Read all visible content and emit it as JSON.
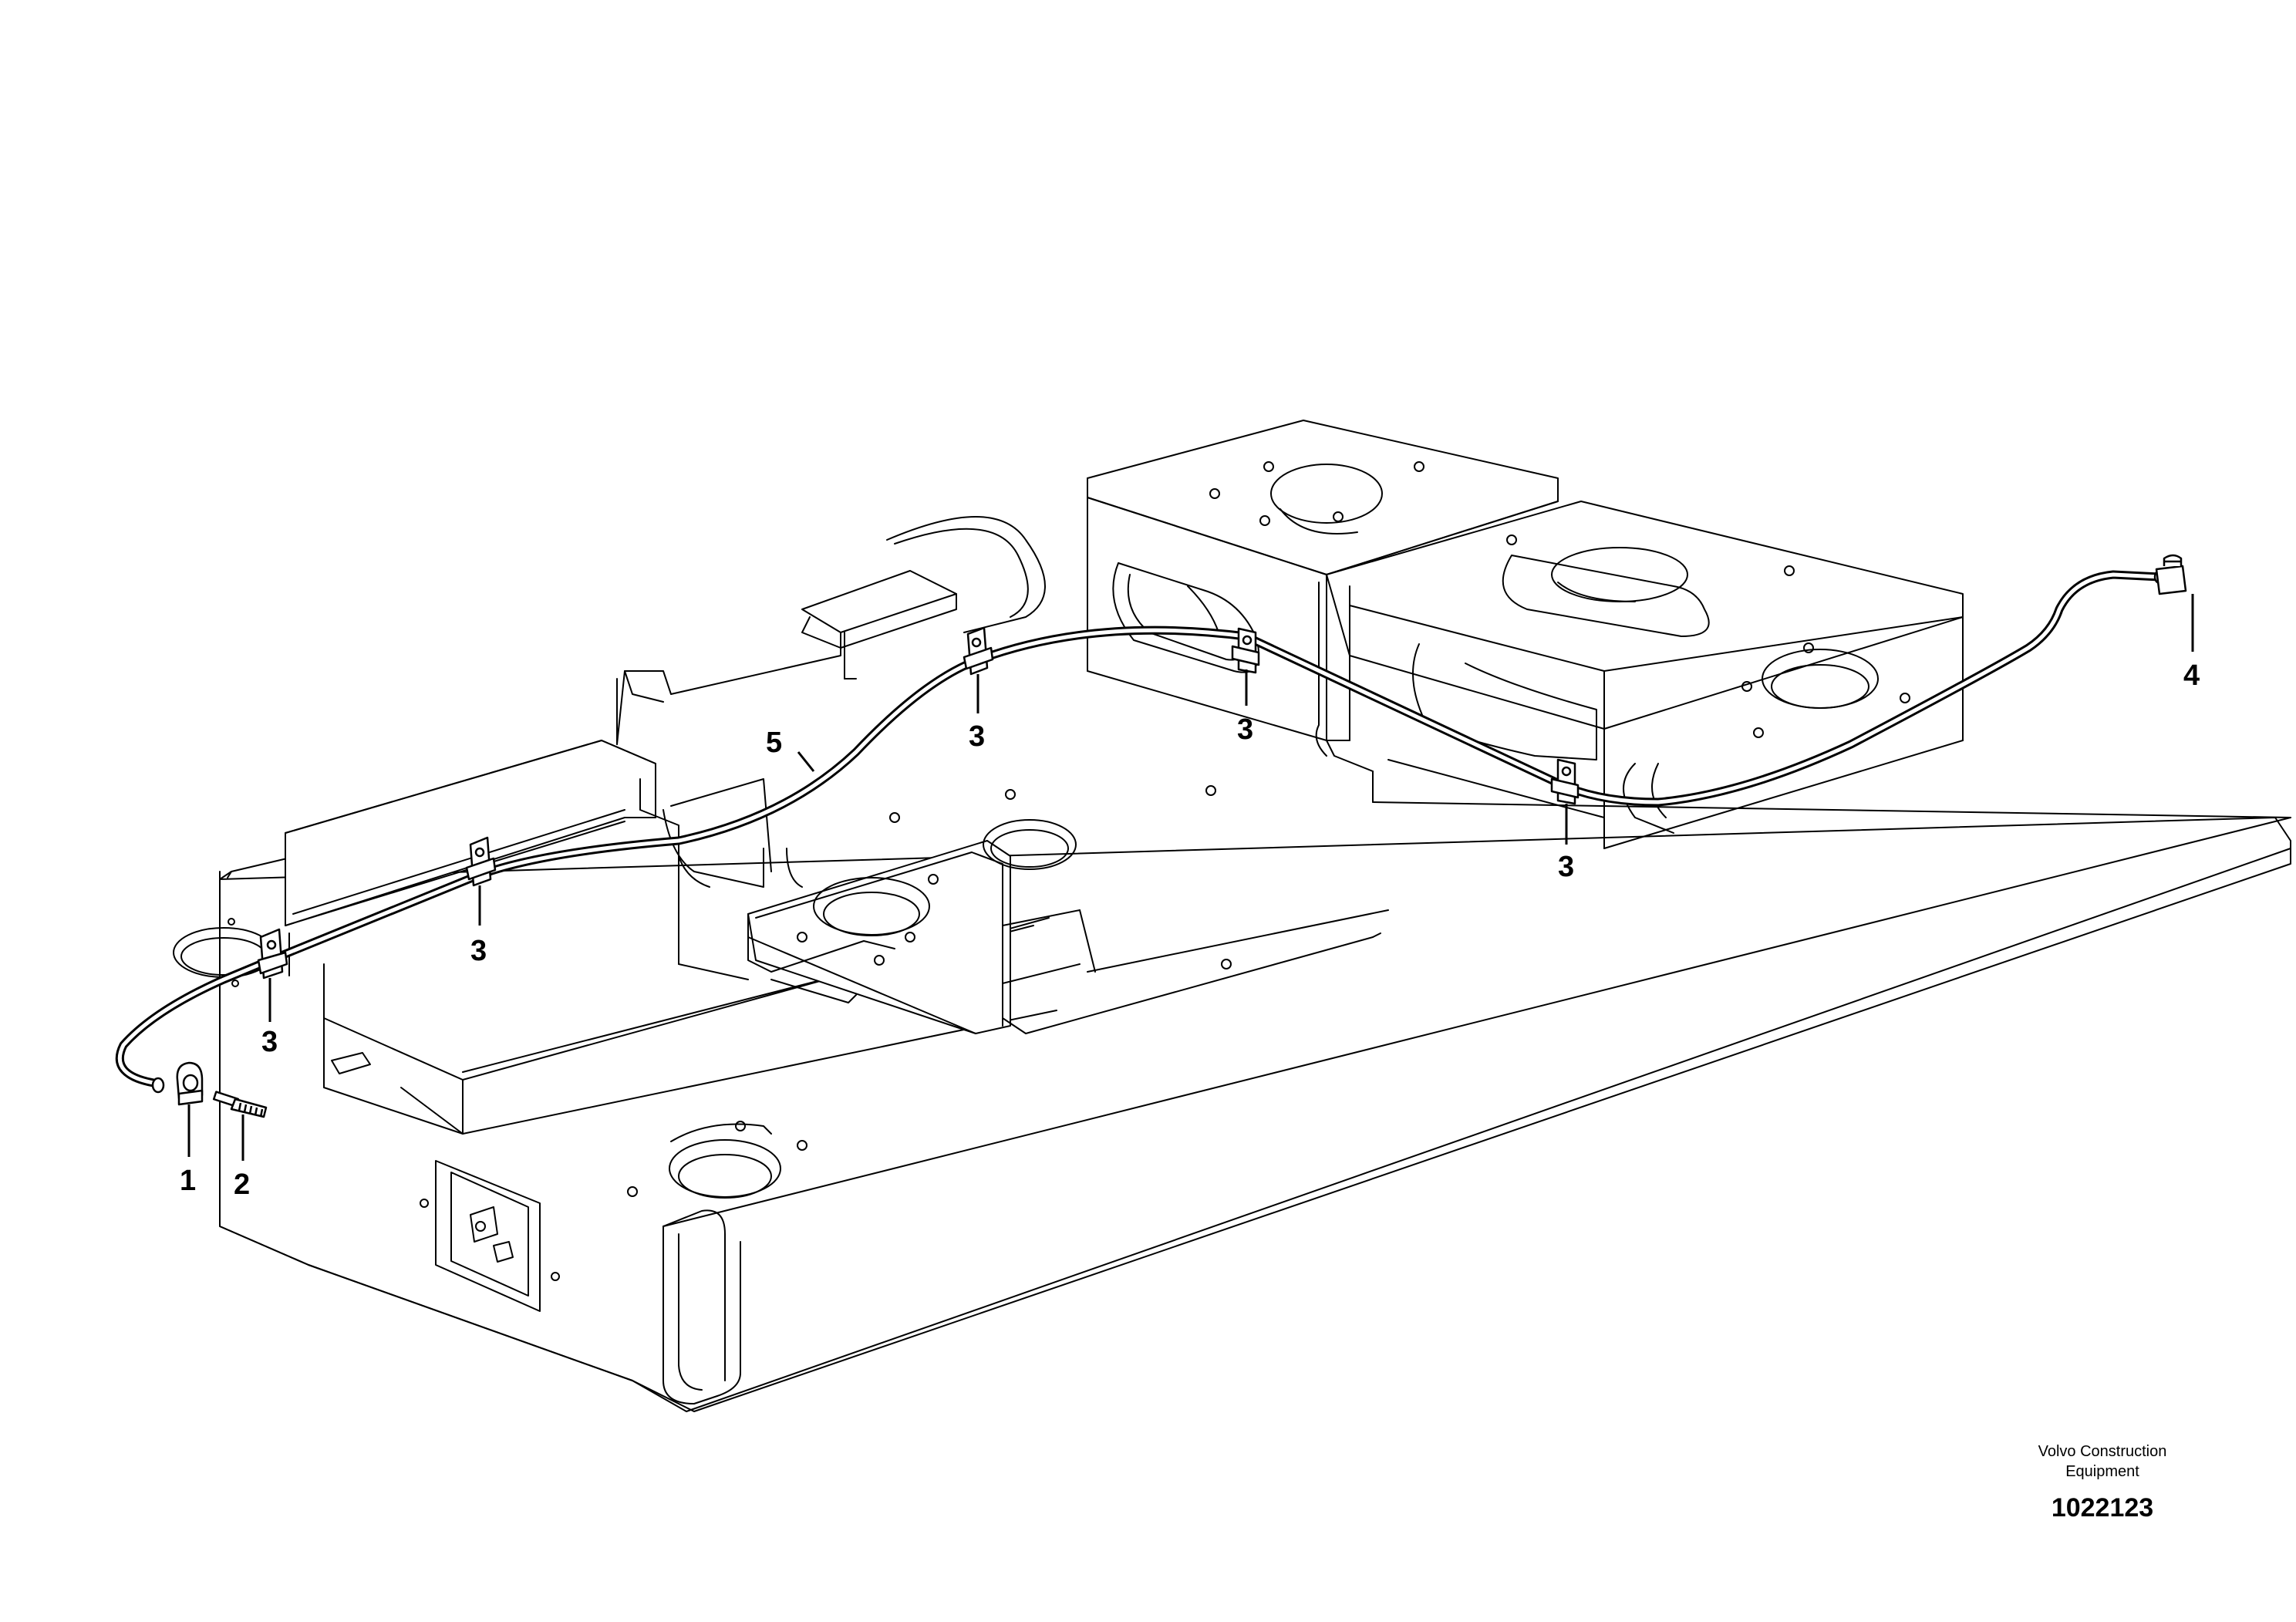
{
  "callouts": [
    {
      "id": "1",
      "label": "1"
    },
    {
      "id": "2",
      "label": "2"
    },
    {
      "id": "3a",
      "label": "3"
    },
    {
      "id": "3b",
      "label": "3"
    },
    {
      "id": "3c",
      "label": "3"
    },
    {
      "id": "3d",
      "label": "3"
    },
    {
      "id": "3e",
      "label": "3"
    },
    {
      "id": "4",
      "label": "4"
    },
    {
      "id": "5",
      "label": "5"
    }
  ],
  "footer": {
    "brand_line1": "Volvo Construction",
    "brand_line2": "Equipment",
    "drawing_number": "1022123"
  }
}
